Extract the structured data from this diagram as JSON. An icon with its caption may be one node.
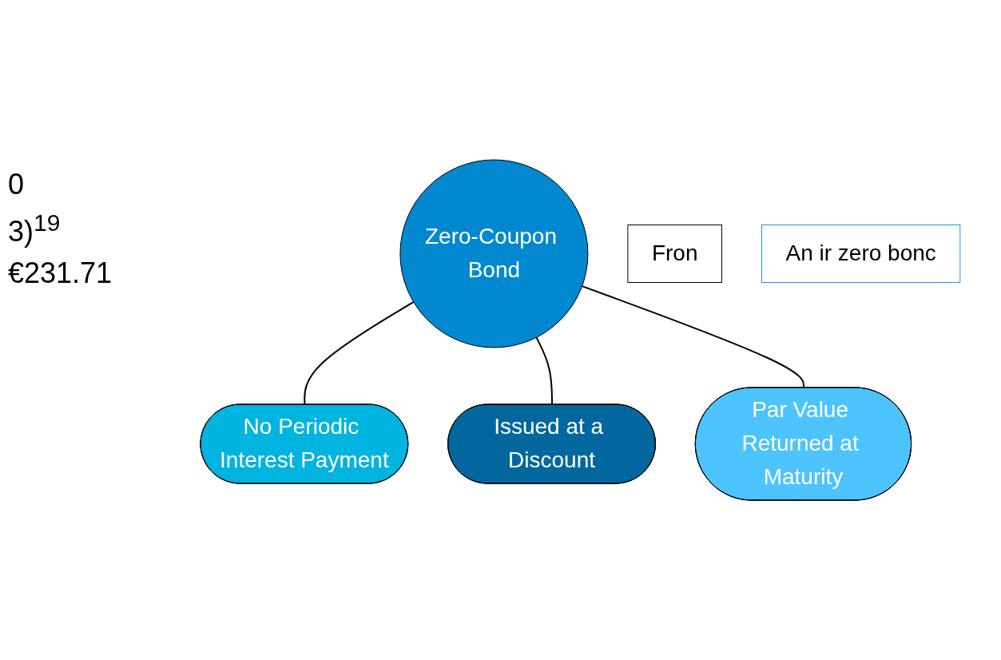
{
  "diagram": {
    "nodes": [
      {
        "text": [
          "Zero-Coupon Bond"
        ]
      },
      {
        "text": [
          "No Periodic Interest Payment"
        ]
      },
      {
        "text": [
          "Issued at a Discount"
        ]
      },
      {
        "text": [
          "Par Value Returned at Maturity"
        ]
      },
      {
        "text": [
          "Fron"
        ]
      },
      {
        "text": [
          "An ir zero bonc"
        ]
      }
    ],
    "edges": [
      {
        "from": 0,
        "to": 1,
        "arrow": "none"
      },
      {
        "from": 0,
        "to": 2,
        "arrow": "none"
      },
      {
        "from": 0,
        "to": 3,
        "arrow": "none"
      }
    ],
    "labels": [
      "0",
      "3)$^{19}$",
      "€231.71"
    ]
  }
}
